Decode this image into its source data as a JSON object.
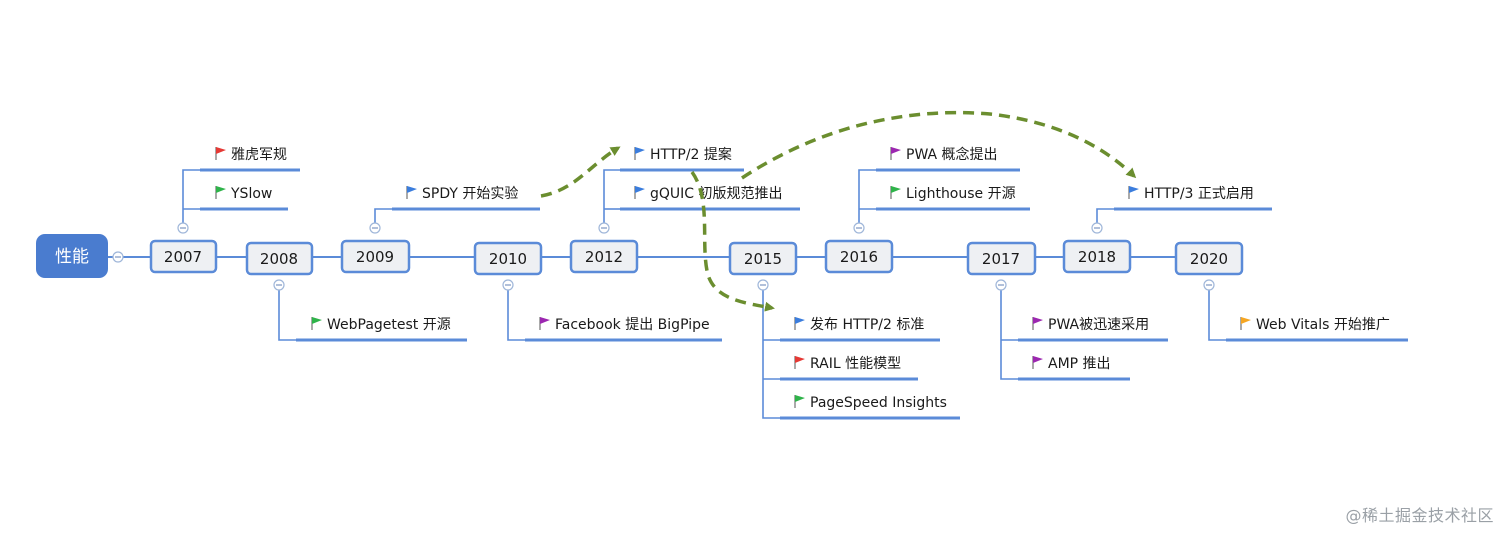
{
  "root": {
    "label": "性能"
  },
  "years": [
    {
      "year": "2007",
      "events": [
        {
          "label": "雅虎军规",
          "flag_color": "#e53935"
        },
        {
          "label": "YSlow",
          "flag_color": "#2fb34a"
        }
      ]
    },
    {
      "year": "2008",
      "events": [
        {
          "label": "WebPagetest 开源",
          "flag_color": "#2fb34a"
        }
      ]
    },
    {
      "year": "2009",
      "events": [
        {
          "label": "SPDY 开始实验",
          "flag_color": "#3b7ddd"
        }
      ]
    },
    {
      "year": "2010",
      "events": [
        {
          "label": "Facebook 提出 BigPipe",
          "flag_color": "#9c27b0"
        }
      ]
    },
    {
      "year": "2012",
      "events": [
        {
          "label": "HTTP/2 提案",
          "flag_color": "#3b7ddd"
        },
        {
          "label": "gQUIC 初版规范推出",
          "flag_color": "#3b7ddd"
        }
      ]
    },
    {
      "year": "2015",
      "events": [
        {
          "label": "发布 HTTP/2 标准",
          "flag_color": "#3b7ddd"
        },
        {
          "label": "RAIL 性能模型",
          "flag_color": "#e53935"
        },
        {
          "label": "PageSpeed Insights",
          "flag_color": "#2fb34a"
        }
      ]
    },
    {
      "year": "2016",
      "events": [
        {
          "label": "PWA 概念提出",
          "flag_color": "#9c27b0"
        },
        {
          "label": "Lighthouse 开源",
          "flag_color": "#2fb34a"
        }
      ]
    },
    {
      "year": "2017",
      "events": [
        {
          "label": "PWA被迅速采用",
          "flag_color": "#9c27b0"
        },
        {
          "label": "AMP 推出",
          "flag_color": "#9c27b0"
        }
      ]
    },
    {
      "year": "2018",
      "events": [
        {
          "label": "HTTP/3 正式启用",
          "flag_color": "#3b7ddd"
        }
      ]
    },
    {
      "year": "2020",
      "events": [
        {
          "label": "Web Vitals 开始推广",
          "flag_color": "#f5a623"
        }
      ]
    }
  ],
  "colors": {
    "root_fill": "#4a7ccf",
    "node_border": "#5b8bd8",
    "node_fill": "#eef0f3",
    "line": "#5b8bd8",
    "arrow": "#6b8e2f"
  },
  "watermark": "@稀土掘金技术社区"
}
